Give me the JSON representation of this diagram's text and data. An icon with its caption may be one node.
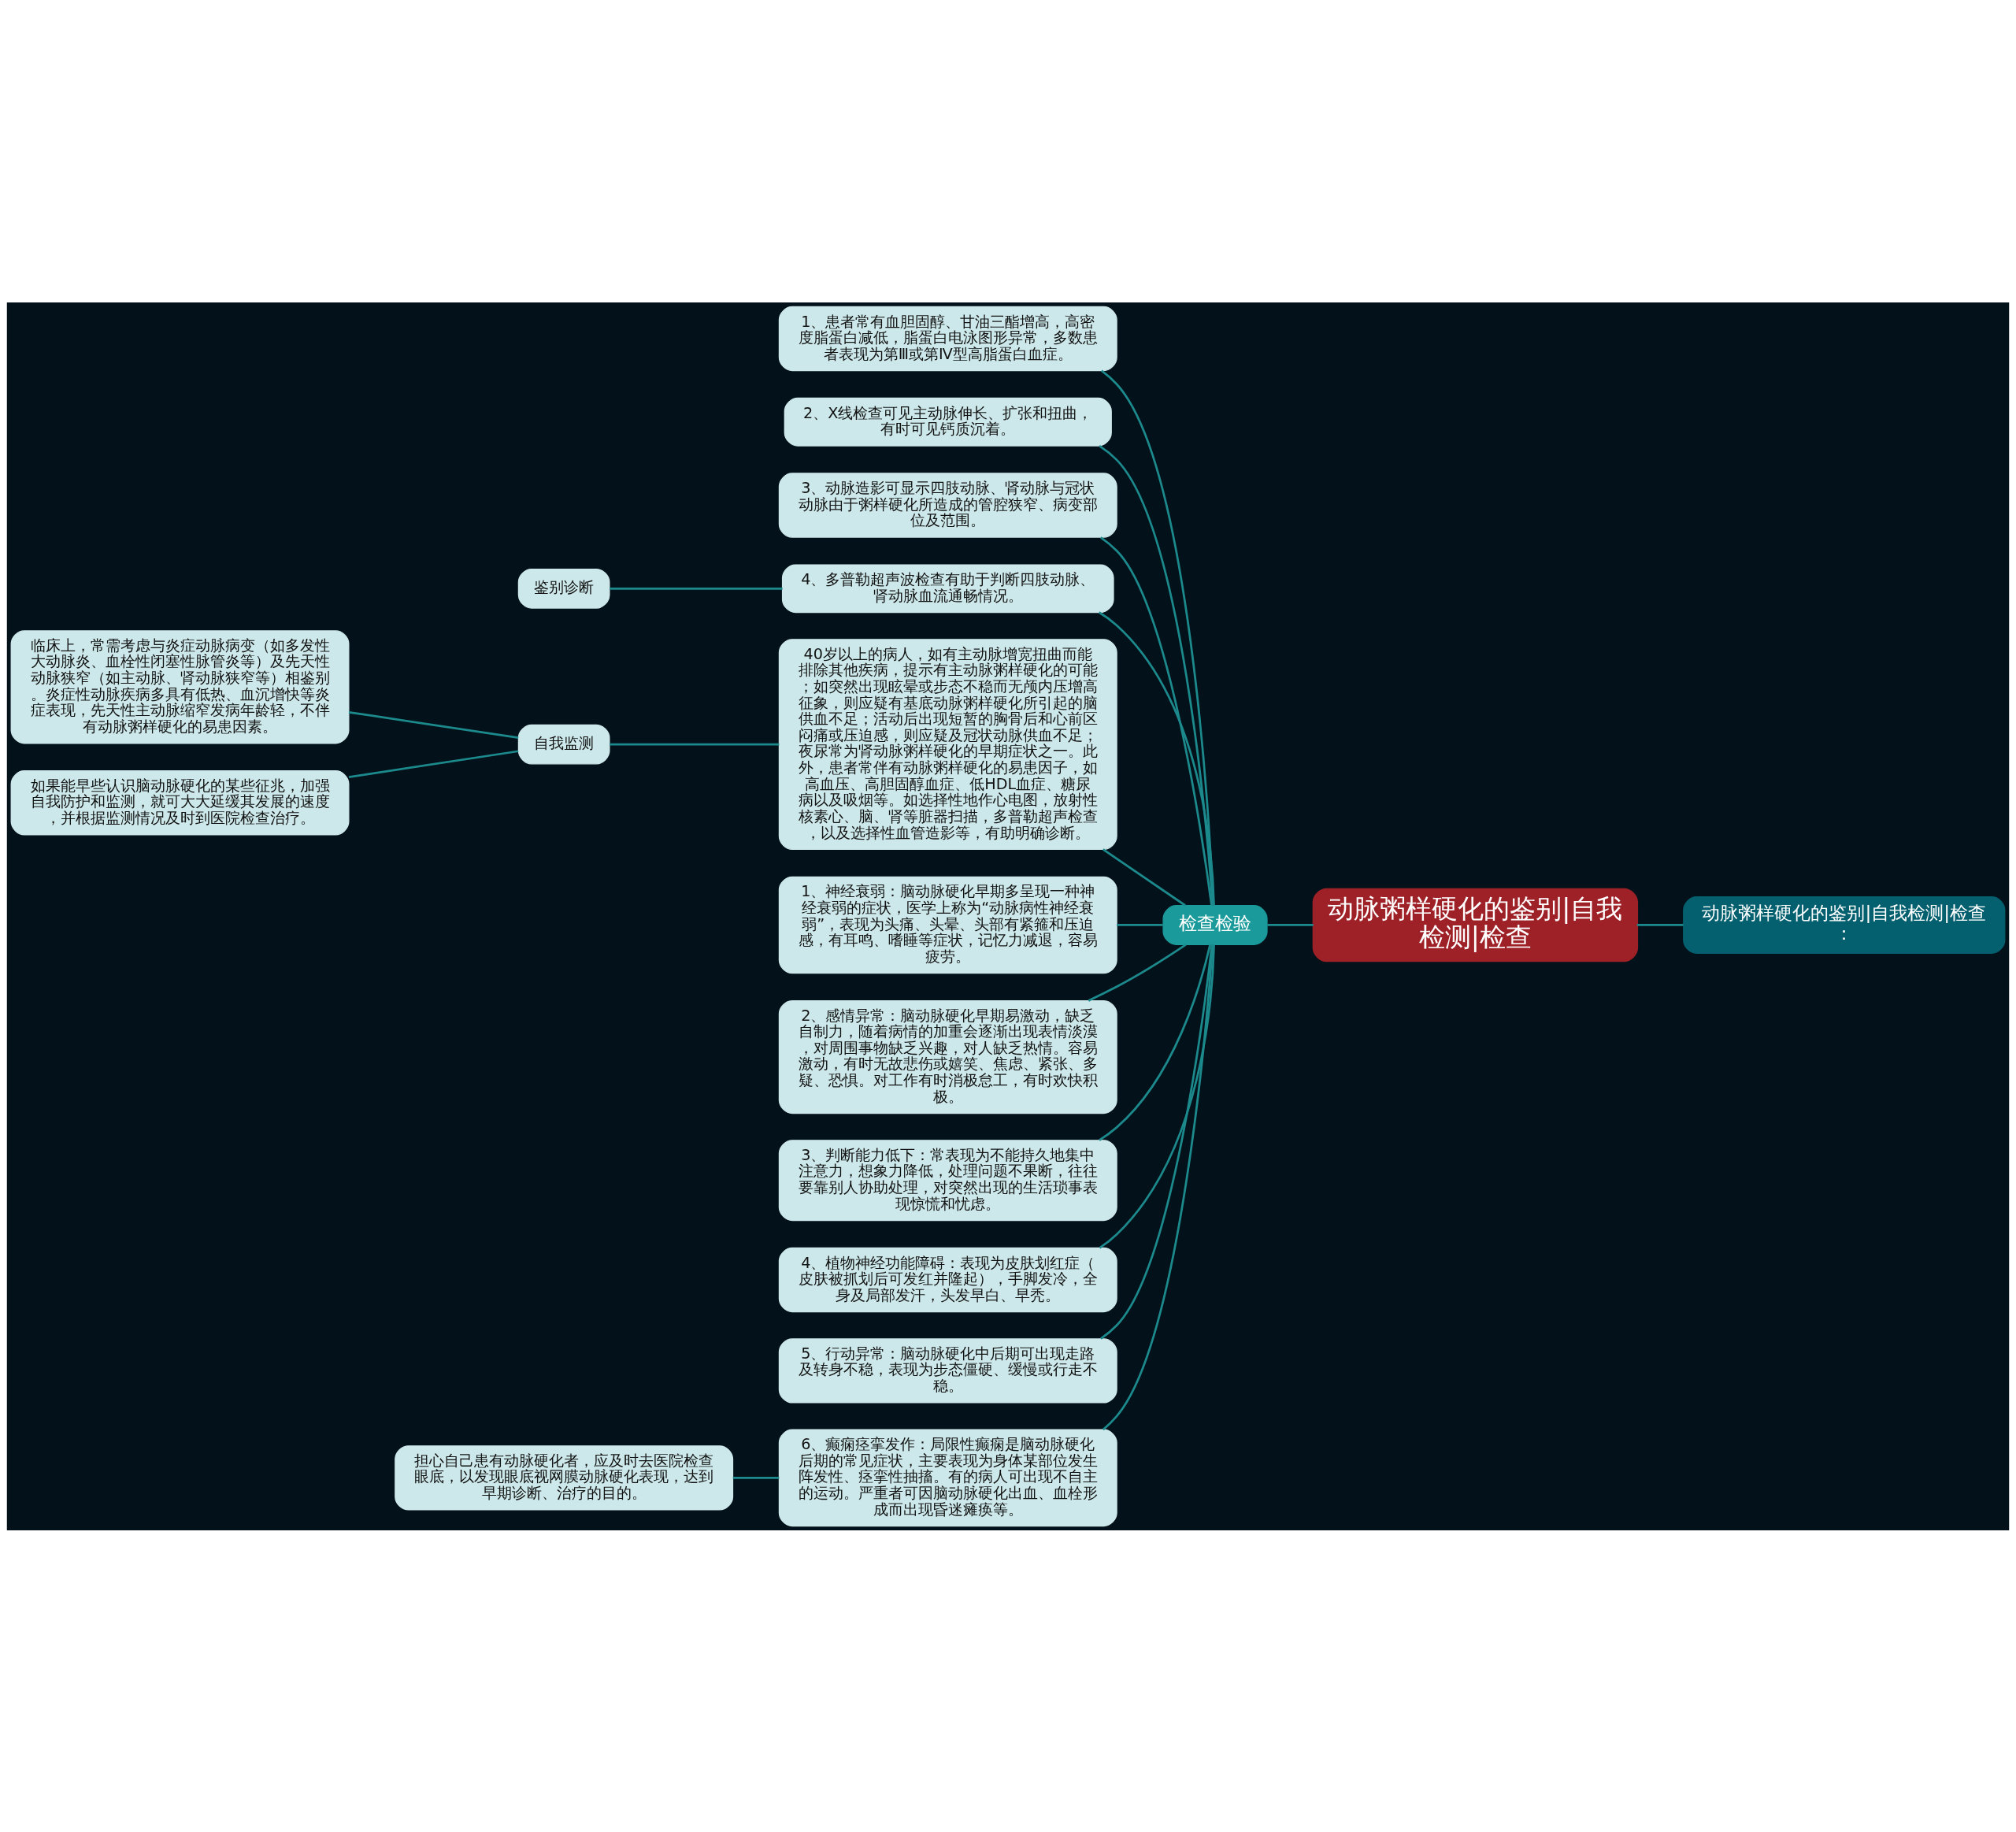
{
  "diagram": {
    "nodes": [
      {
        "text": [
          "动脉粥样硬化的鉴别|自我检测|检查"
        ]
      },
      {
        "text": [
          "动脉粥样硬化的鉴别|自我检测|检查："
        ]
      },
      {
        "text": [
          "检查检验"
        ]
      },
      {
        "text": [
          "1、患者常有血胆固醇、甘油三酯增高，高密度脂蛋白减低，脂蛋白电泳图形异常，多数患者表现为第Ⅲ或第Ⅳ型高脂蛋白血症。"
        ]
      },
      {
        "text": [
          "2、X线检查可见主动脉伸长、扩张和扭曲，有时可见钙质沉着。"
        ]
      },
      {
        "text": [
          "3、动脉造影可显示四肢动脉、肾动脉与冠状动脉由于粥样硬化所造成的管腔狭窄、病变部位及范围。"
        ]
      },
      {
        "text": [
          "鉴别诊断"
        ]
      },
      {
        "text": [
          "4、多普勒超声波检查有助于判断四肢动脉、肾动脉血流通畅情况。"
        ]
      },
      {
        "text": [
          "临床上，常需考虑与炎症动脉病变（如多发性大动脉炎、血栓性闭塞性脉管炎等）及先天性动脉狭窄（如主动脉、肾动脉狭窄等）相鉴别。炎症性动脉疾病多具有低热、血沉增快等炎症表现，先天性主动脉缩窄发病年龄轻，不伴有动脉粥样硬化的易患因素。"
        ]
      },
      {
        "text": [
          "自我监测"
        ]
      },
      {
        "text": [
          "如果能早些认识脑动脉硬化的某些征兆，加强自我防护和监测，就可大大延缓其发展的速度，并根据监测情况及时到医院检查治疗。"
        ]
      },
      {
        "text": [
          "40岁以上的病人，如有主动脉增宽扭曲而能排除其他疾病，提示有主动脉粥样硬化的可能；如突然出现眩晕或步态不稳而无颅内压增高征象，则应疑有基底动脉粥样硬化所引起的脑供血不足；活动后出现短暂的胸骨后和心前区闷痛或压迫感，则应疑及冠状动脉供血不足；夜尿常为肾动脉粥样硬化的早期症状之一。此外，患者常伴有动脉粥样硬化的易患因子，如高血压、高胆固醇血症、低HDL血症、糖尿病以及吸烟等。如选择性地作心电图，放射性核素心、脑、肾等脏器扫描，多普勒超声检查，以及选择性血管造影等，有助明确诊断。"
        ]
      },
      {
        "text": [
          "1、神经衰弱：脑动脉硬化早期多呈现一种神经衰弱的症状，医学上称为“动脉病性神经衰弱”，表现为头痛、头晕、头部有紧箍和压迫感，有耳鸣、嗜睡等症状，记忆力减退，容易疲劳。"
        ]
      },
      {
        "text": [
          "2、感情异常：脑动脉硬化早期易激动，缺乏自制力，随着病情的加重会逐渐出现表情淡漠，对周围事物缺乏兴趣，对人缺乏热情。容易激动，有时无故悲伤或嬉笑、焦虑、紧张、多疑、恐惧。对工作有时消极怠工，有时欢快积极。"
        ]
      },
      {
        "text": [
          "3、判断能力低下：常表现为不能持久地集中注意力，想象力降低，处理问题不果断，往往要靠别人协助处理，对突然出现的生活琐事表现惊慌和忧虑。"
        ]
      },
      {
        "text": [
          "4、植物神经功能障碍：表现为皮肤划红症（皮肤被抓划后可发红并隆起），手脚发冷，全身及局部发汗，头发早白、早秃。"
        ]
      },
      {
        "text": [
          "5、行动异常：脑动脉硬化中后期可出现走路及转身不稳，表现为步态僵硬、缓慢或行走不稳。"
        ]
      },
      {
        "text": [
          "担心自己患有动脉硬化者，应及时去医院检查眼底，以发现眼底视网膜动脉硬化表现，达到早期诊断、治疗的目的。"
        ]
      },
      {
        "text": [
          "6、癫痫痉挛发作：局限性癫痫是脑动脉硬化后期的常见症状，主要表现为身体某部位发生阵发性、痉挛性抽搐。有的病人可出现不自主的运动。严重者可因脑动脉硬化出血、血栓形成而出现昏迷瘫痪等。"
        ]
      }
    ],
    "edges": [
      {
        "from": 1,
        "to": 0,
        "arrow": "none"
      },
      {
        "from": 0,
        "to": 2,
        "arrow": "none"
      },
      {
        "from": 2,
        "to": 3,
        "arrow": "none"
      },
      {
        "from": 2,
        "to": 4,
        "arrow": "none"
      },
      {
        "from": 2,
        "to": 5,
        "arrow": "none"
      },
      {
        "from": 2,
        "to": 7,
        "arrow": "none"
      },
      {
        "from": 7,
        "to": 6,
        "arrow": "none"
      },
      {
        "from": 2,
        "to": 11,
        "arrow": "none"
      },
      {
        "from": 11,
        "to": 9,
        "arrow": "none"
      },
      {
        "from": 9,
        "to": 8,
        "arrow": "none"
      },
      {
        "from": 9,
        "to": 10,
        "arrow": "none"
      },
      {
        "from": 2,
        "to": 12,
        "arrow": "none"
      },
      {
        "from": 2,
        "to": 13,
        "arrow": "none"
      },
      {
        "from": 2,
        "to": 14,
        "arrow": "none"
      },
      {
        "from": 2,
        "to": 15,
        "arrow": "none"
      },
      {
        "from": 2,
        "to": 16,
        "arrow": "none"
      },
      {
        "from": 2,
        "to": 18,
        "arrow": "none"
      },
      {
        "from": 18,
        "to": 17,
        "arrow": "none"
      }
    ]
  }
}
